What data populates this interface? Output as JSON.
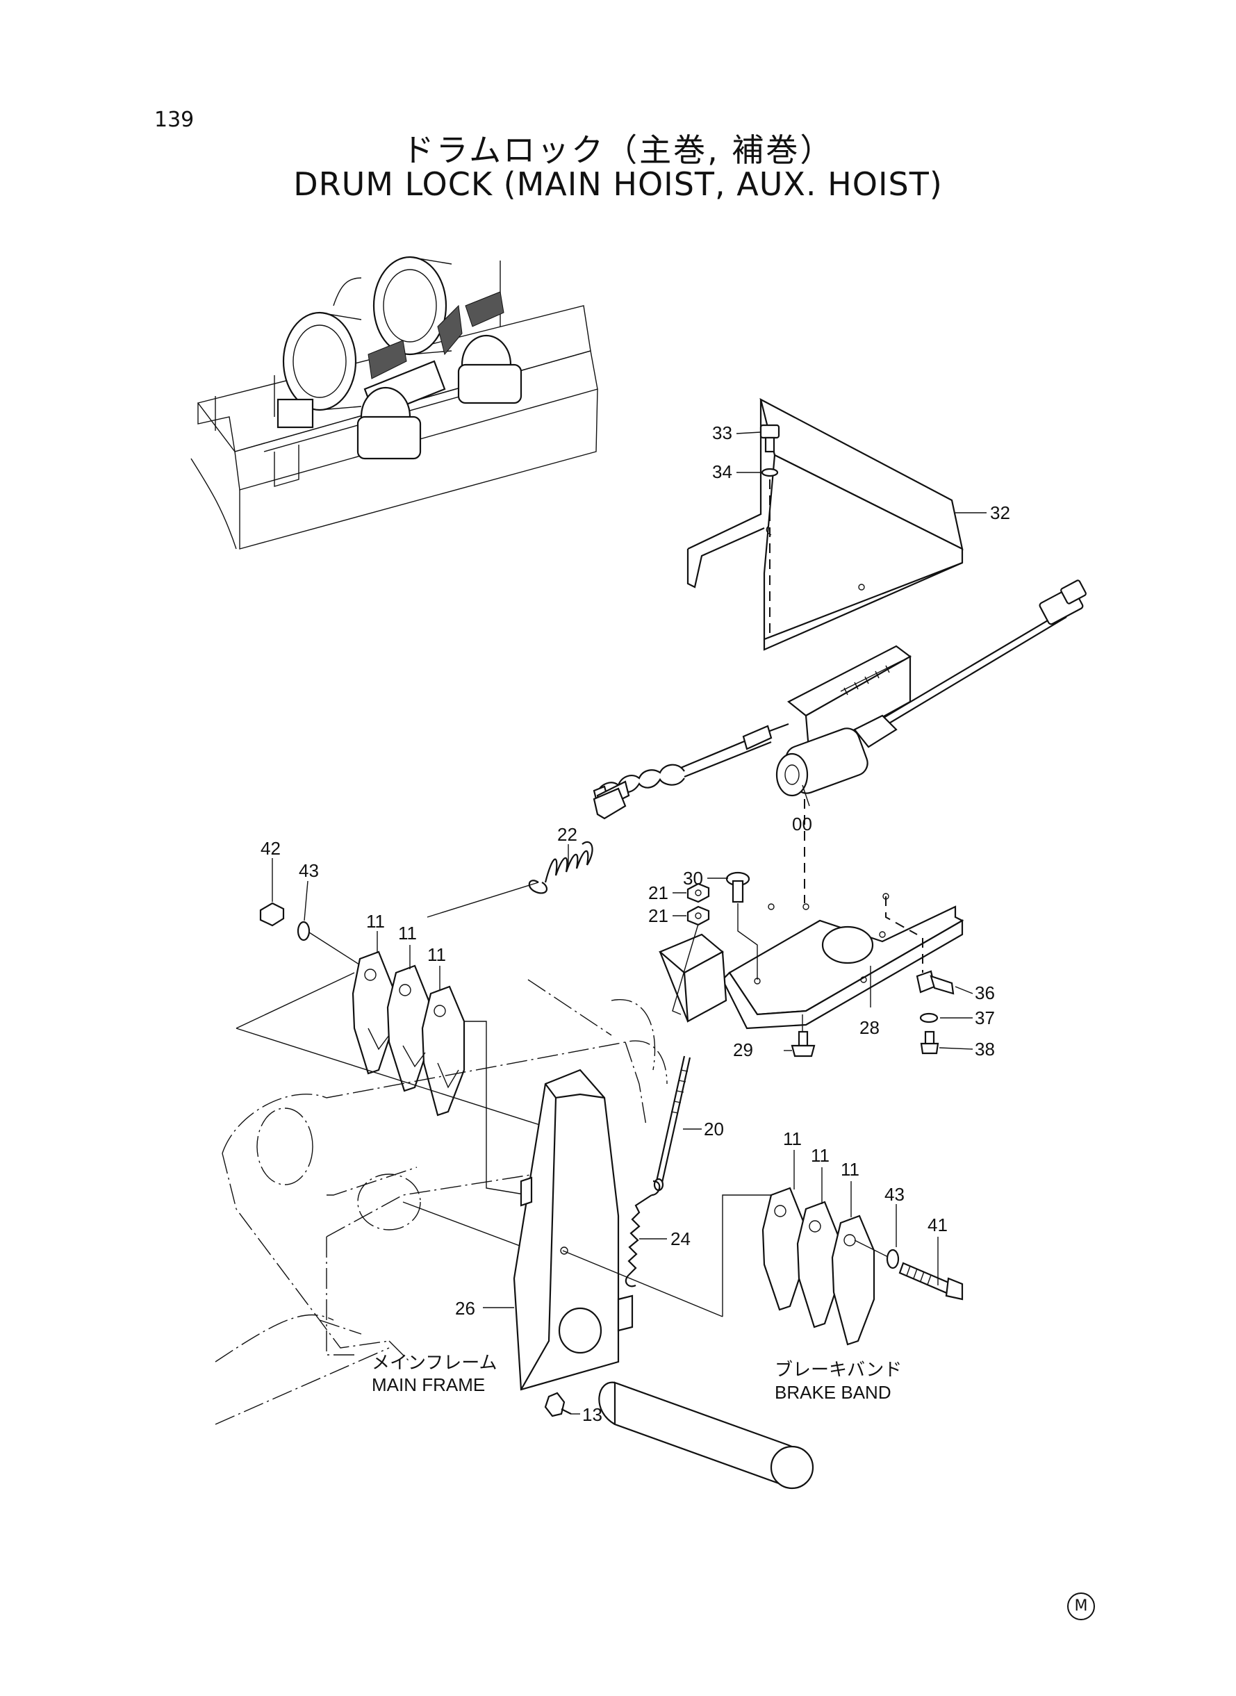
{
  "page_number": "139",
  "title_jp": "ドラムロック（主巻, 補巻）",
  "title_en": "DRUM LOCK (MAIN HOIST, AUX. HOIST)",
  "part_labels": {
    "p00": "00",
    "p11": "11",
    "p13": "13",
    "p20": "20",
    "p21": "21",
    "p22": "22",
    "p24": "24",
    "p26": "26",
    "p28": "28",
    "p29": "29",
    "p30": "30",
    "p32": "32",
    "p33": "33",
    "p34": "34",
    "p36": "36",
    "p37": "37",
    "p38": "38",
    "p41": "41",
    "p42": "42",
    "p43": "43"
  },
  "captions": {
    "main_frame_jp": "メインフレーム",
    "main_frame_en": "MAIN FRAME",
    "brake_band_jp": "ブレーキバンド",
    "brake_band_en": "BRAKE BAND"
  },
  "footer_mark": "M"
}
